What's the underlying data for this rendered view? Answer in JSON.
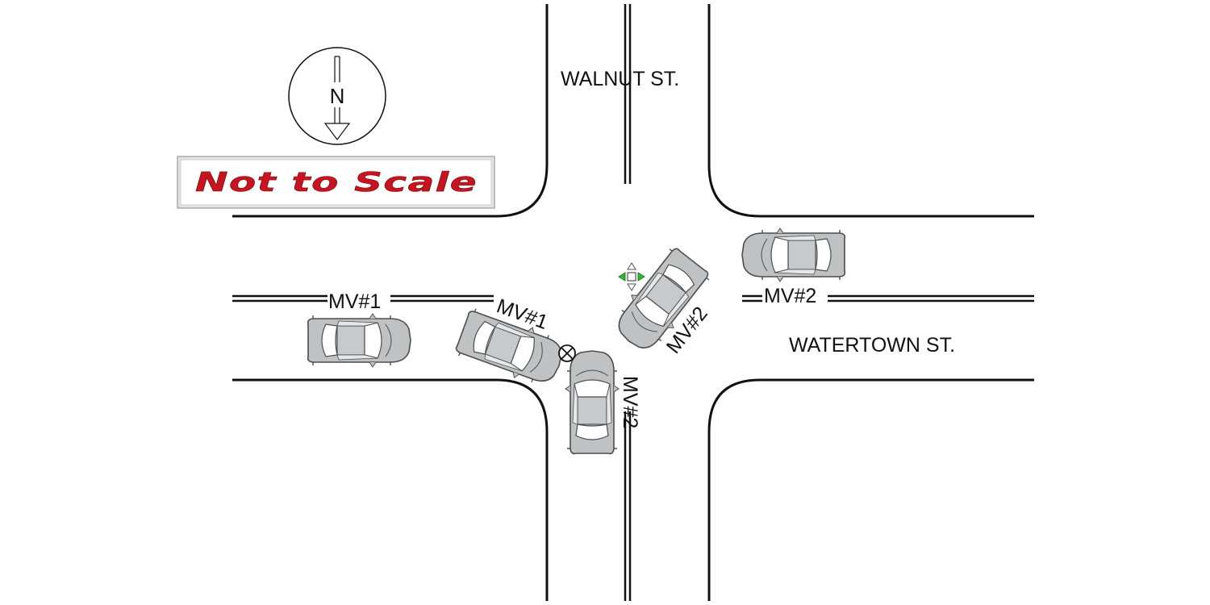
{
  "streets": {
    "north_south": "WALNUT ST.",
    "east_west": "WATERTOWN ST."
  },
  "north_arrow": {
    "letter": "N",
    "points": "down"
  },
  "scale_banner": {
    "text": "Not to Scale"
  },
  "vehicles": {
    "mv1_before": "MV#1",
    "mv1_after": "MV#1",
    "mv2_before": "MV#2",
    "mv2_after_turn": "MV#2",
    "mv2_final": "MV#2"
  },
  "colors": {
    "road_line": "#111111",
    "car_body": "#bfc1c2",
    "car_outline": "#4a4d50",
    "car_glass": "#ffffff",
    "banner_red": "#c8141e",
    "handle_green": "#2fb82f"
  }
}
